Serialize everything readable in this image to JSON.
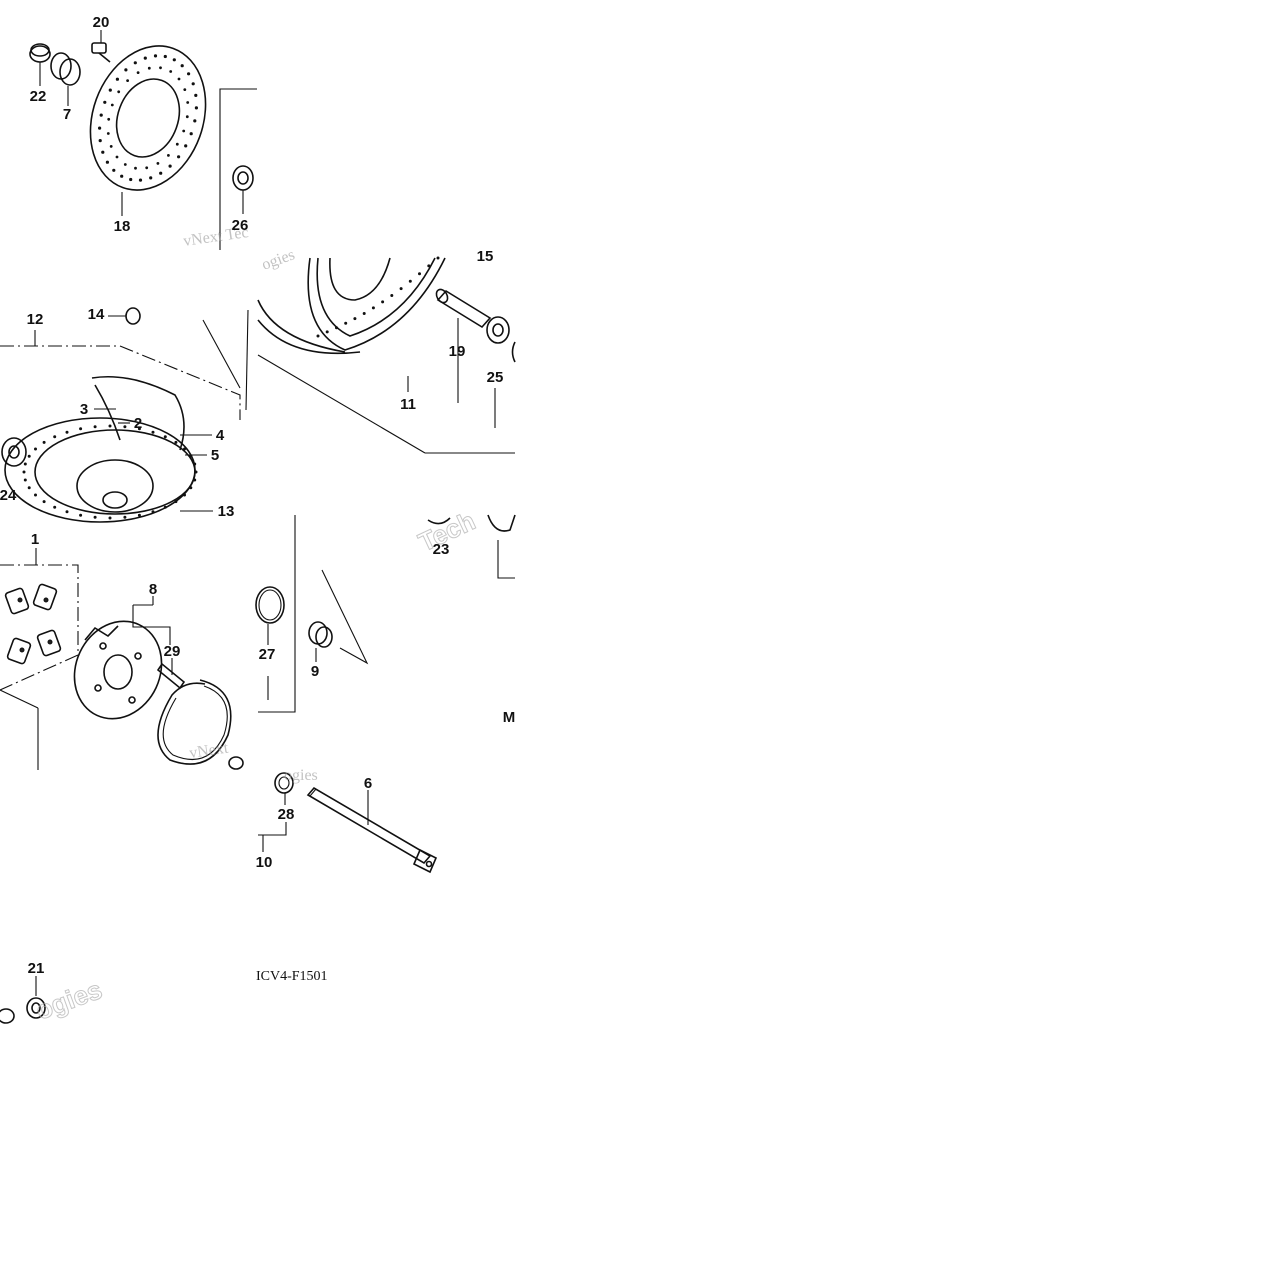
{
  "diagram": {
    "code": "ICV4-F1501",
    "watermarks": [
      "vNext Tec",
      "ogies",
      "Tech",
      "vNext",
      "ogies"
    ],
    "callouts": [
      {
        "id": "c20",
        "text": "20"
      },
      {
        "id": "c22",
        "text": "22"
      },
      {
        "id": "c7",
        "text": "7"
      },
      {
        "id": "c18",
        "text": "18"
      },
      {
        "id": "c26",
        "text": "26"
      },
      {
        "id": "c12",
        "text": "12"
      },
      {
        "id": "c14",
        "text": "14"
      },
      {
        "id": "c3",
        "text": "3"
      },
      {
        "id": "c2",
        "text": "2"
      },
      {
        "id": "c4",
        "text": "4"
      },
      {
        "id": "c5",
        "text": "5"
      },
      {
        "id": "c24",
        "text": "24"
      },
      {
        "id": "c13",
        "text": "13"
      },
      {
        "id": "c19",
        "text": "19"
      },
      {
        "id": "c25",
        "text": "25"
      },
      {
        "id": "c11",
        "text": "11"
      },
      {
        "id": "c1",
        "text": "1"
      },
      {
        "id": "c8",
        "text": "8"
      },
      {
        "id": "c29",
        "text": "29"
      },
      {
        "id": "c27",
        "text": "27"
      },
      {
        "id": "c9",
        "text": "9"
      },
      {
        "id": "c23",
        "text": "23"
      },
      {
        "id": "c28",
        "text": "28"
      },
      {
        "id": "c10",
        "text": "10"
      },
      {
        "id": "c6",
        "text": "6"
      },
      {
        "id": "c21",
        "text": "21"
      },
      {
        "id": "c15",
        "text": "15"
      },
      {
        "id": "cM",
        "text": "M"
      }
    ]
  }
}
